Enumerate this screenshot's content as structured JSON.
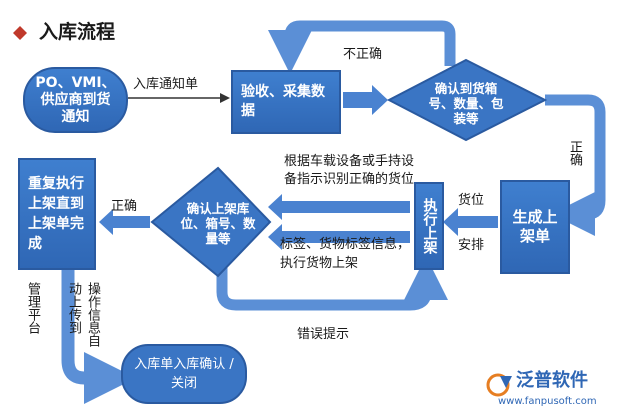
{
  "header": {
    "title": "入库流程",
    "marker_color": "#c0392b"
  },
  "colors": {
    "box": "#3a75c4",
    "arrow": "#5b8fd6",
    "text": "#1a1a1a"
  },
  "nodes": {
    "source": "PO、VMI、供应商到货通知",
    "receive": "验收、采集数据",
    "confirm_box": "确认到货箱号、数量、包装等",
    "generate_shelf": "生成上架单",
    "execute_shelf": "执行上架",
    "confirm_location": "确认上架库位、箱号、数量等",
    "repeat": "重复执行上架直到上架单完成",
    "final": "入库单入库确认 / 关闭"
  },
  "labels": {
    "arrival_notice": "入库通知单",
    "incorrect": "不正确",
    "correct_right": "正确",
    "correct_left": "正确",
    "location": "货位",
    "arrange": "安排",
    "instruction": "根据车载设备或手持设备指示识别正确的货位",
    "labeling": "标签、货物标签信息，执行货物上架",
    "error_prompt": "错误提示",
    "mgmt_platform": "管理平台",
    "auto_upload": "动上传到",
    "op_info": "操作信息自"
  },
  "logo": {
    "brand": "泛普软件",
    "url": "www.fanpusoft.com"
  }
}
